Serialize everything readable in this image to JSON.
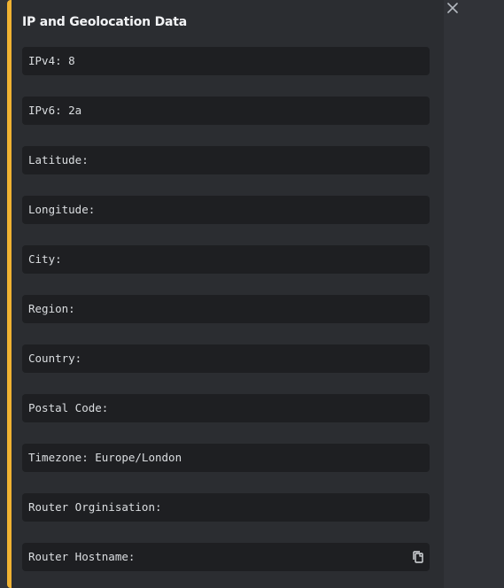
{
  "embed": {
    "title": "IP and Geolocation Data",
    "accent_color": "#f0b232",
    "fields": [
      {
        "text": "IPv4: 8"
      },
      {
        "text": "IPv6: 2a"
      },
      {
        "text": "Latitude:"
      },
      {
        "text": "Longitude:"
      },
      {
        "text": "City:"
      },
      {
        "text": "Region:"
      },
      {
        "text": "Country:"
      },
      {
        "text": "Postal Code:"
      },
      {
        "text": "Timezone: Europe/London"
      },
      {
        "text": "Router Orginisation:"
      },
      {
        "text": "Router Hostname:",
        "icon": "copy-icon"
      }
    ]
  },
  "close": {
    "icon": "close-icon"
  }
}
